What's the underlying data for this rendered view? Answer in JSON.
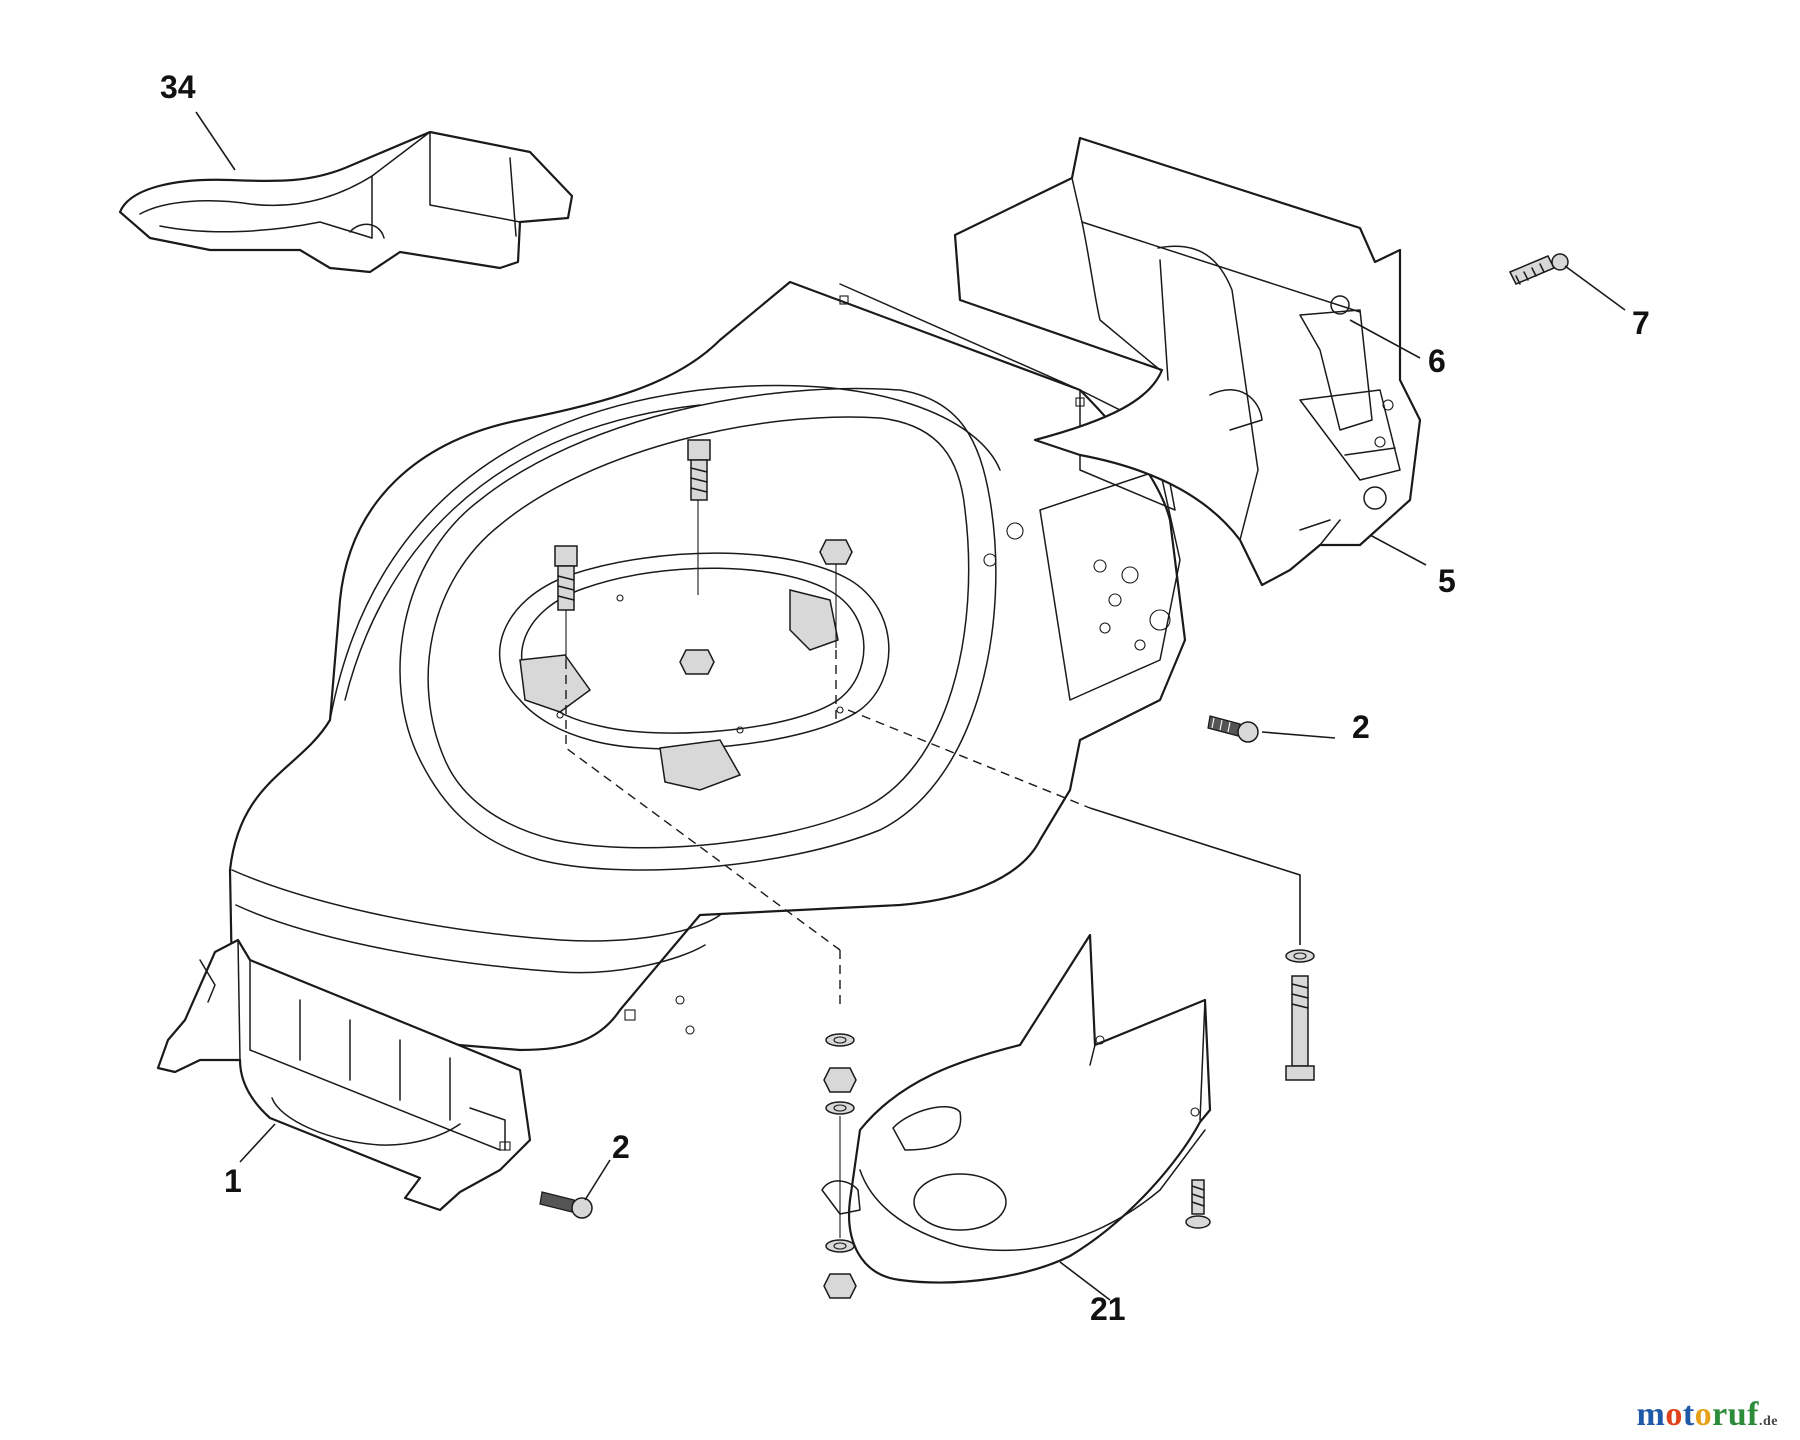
{
  "callouts": {
    "c34": "34",
    "c7": "7",
    "c6": "6",
    "c5": "5",
    "c2_right": "2",
    "c2_left": "2",
    "c1": "1",
    "c21": "21"
  },
  "watermark": {
    "p1": "m",
    "p2": "o",
    "p3": "t",
    "p4": "o",
    "p5": "ruf",
    "p6": ".de"
  },
  "colors": {
    "line": "#1a1a1a",
    "background": "#ffffff",
    "watermark_blue": "#1f5aa8",
    "watermark_red": "#e0431c",
    "watermark_orange": "#e8a21a",
    "watermark_green": "#2c8c3a"
  }
}
